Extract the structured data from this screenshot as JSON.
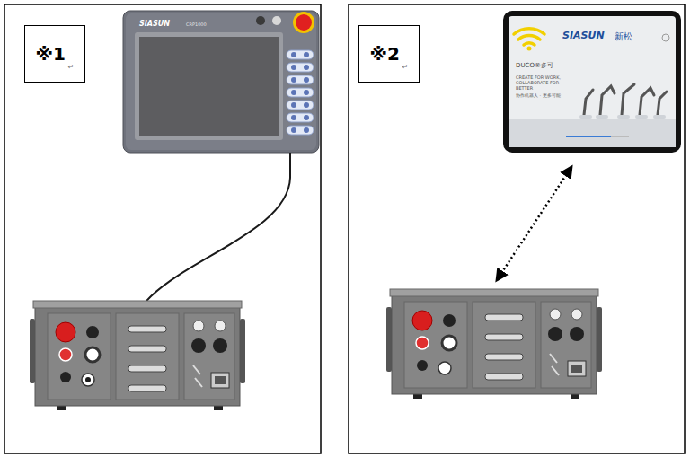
{
  "diagram": {
    "nodes": [
      {
        "text": [
          "※1",
          "↵"
        ]
      },
      {
        "text": [
          "SIASUN",
          "CRP1000"
        ]
      },
      {
        "text": [
          "※2",
          "↵"
        ]
      },
      {
        "text": [
          "SIASUN",
          "新松",
          "DUCO®多可",
          "CREATE FOR WORK, COLLABORATE FOR BETTER",
          "协作机器人 · 更多可能"
        ]
      }
    ]
  }
}
